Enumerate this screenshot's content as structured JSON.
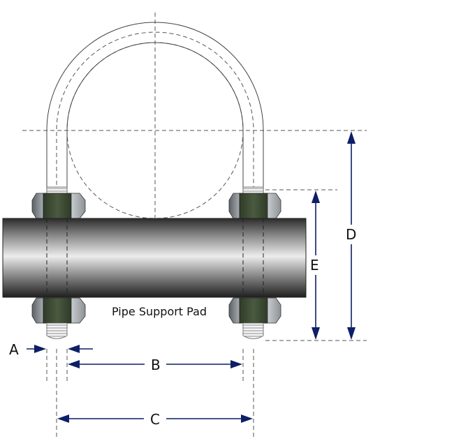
{
  "labels": {
    "pad": "Pipe Support Pad",
    "dim_a": "A",
    "dim_b": "B",
    "dim_c": "C",
    "dim_d": "D",
    "dim_e": "E"
  },
  "colors": {
    "nut_body": "#3b4a33",
    "nut_flank": "#9aa0a4",
    "dimension": "#0d1f66",
    "pipe_dark": "#2a2a2a",
    "pipe_light": "#e8e8e8"
  }
}
